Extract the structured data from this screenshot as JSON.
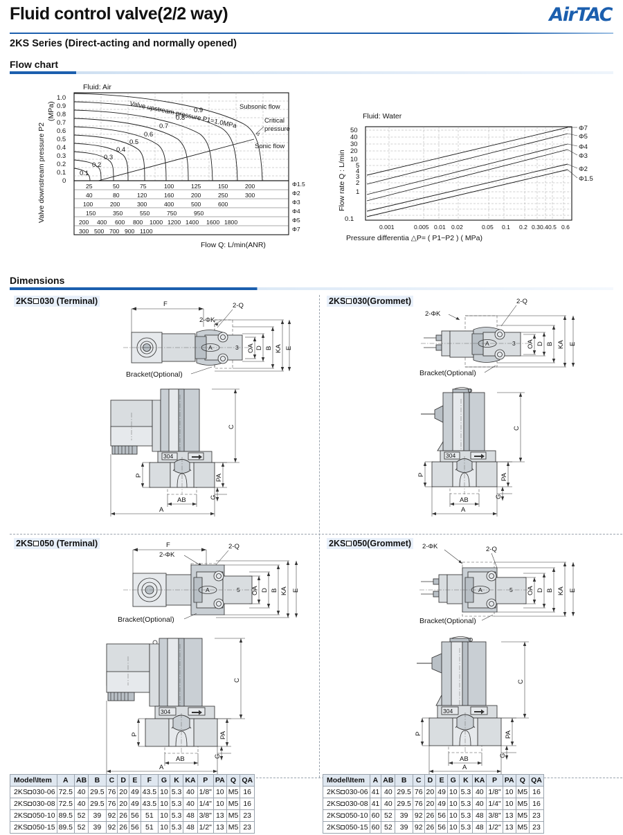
{
  "header": {
    "title": "Fluid control valve(2/2 way)",
    "subtitle": "2KS Series (Direct-acting and normally opened)",
    "logo": "AirTAC"
  },
  "sections": {
    "flow_chart": "Flow chart",
    "dimensions": "Dimensions"
  },
  "chart_data": [
    {
      "type": "line",
      "title": "Fluid: Air",
      "xlabel": "Flow Q: L/min(ANR)",
      "ylabel": "Valve downstream pressure  P2",
      "yunit": "(MPa)",
      "yticks": [
        "1.0",
        "0.9",
        "0.8",
        "0.7",
        "0.6",
        "0.5",
        "0.4",
        "0.3",
        "0.2",
        "0.1",
        "0"
      ],
      "ylim": [
        0,
        1.0
      ],
      "grid": true,
      "annotations": [
        "Valve upstream pressure P1=1.0MPa",
        "Subsonic flow",
        "Critical pressure",
        "Sonic flow"
      ],
      "curve_labels": [
        "0.1",
        "0.2",
        "0.3",
        "0.4",
        "0.5",
        "0.6",
        "0.7",
        "0.8",
        "0.9"
      ],
      "flow_scales": [
        {
          "bore": "Φ1.5",
          "ticks": [
            "25",
            "50",
            "75",
            "100",
            "125",
            "150",
            "200"
          ]
        },
        {
          "bore": "Φ2",
          "ticks": [
            "40",
            "80",
            "120",
            "160",
            "200",
            "250",
            "300"
          ]
        },
        {
          "bore": "Φ3",
          "ticks": [
            "100",
            "200",
            "300",
            "400",
            "500",
            "600"
          ]
        },
        {
          "bore": "Φ4",
          "ticks": [
            "150",
            "350",
            "550",
            "750",
            "950"
          ]
        },
        {
          "bore": "Φ5",
          "ticks": [
            "200",
            "400",
            "600",
            "800",
            "1000",
            "1200",
            "1400",
            "1600",
            "1800"
          ]
        },
        {
          "bore": "Φ7",
          "ticks": [
            "300",
            "500",
            "700",
            "900",
            "1100"
          ]
        }
      ]
    },
    {
      "type": "line",
      "title": "Fluid: Water",
      "xlabel": "Pressure differentia  △P= ( P1−P2 )      ( MPa)",
      "ylabel": "Flow rate Q : L/min",
      "log_axes": true,
      "grid": true,
      "yticks": [
        "50",
        "40",
        "30",
        "20",
        "10",
        "5",
        "4",
        "3",
        "2",
        "1",
        "0.1"
      ],
      "xticks": [
        "0.001",
        "0.005",
        "0.01",
        "0.02",
        "0.05",
        "0.1",
        "0.2",
        "0.3",
        "0.4",
        "0.5",
        "0.6"
      ],
      "series": [
        {
          "name": "Φ7",
          "q_at_min": 3.8,
          "q_at_max": 58
        },
        {
          "name": "Φ5",
          "q_at_min": 2.1,
          "q_at_max": 44
        },
        {
          "name": "Φ4",
          "q_at_min": 1.0,
          "q_at_max": 26
        },
        {
          "name": "Φ3",
          "q_at_min": 0.62,
          "q_at_max": 19
        },
        {
          "name": "Φ2",
          "q_at_min": 0.26,
          "q_at_max": 6.5
        },
        {
          "name": "Φ1.5",
          "q_at_min": 0.17,
          "q_at_max": 4.3
        }
      ]
    }
  ],
  "panels": [
    {
      "id": "2ks-030-terminal",
      "title_prefix": "2KS",
      "title_suffix": "030 (Terminal)",
      "port_count": "3",
      "badge": "304",
      "labels_top": [
        "F",
        "2-Q",
        "2-ΦK",
        "OA",
        "D",
        "B",
        "KA",
        "E",
        "A",
        "Bracket(Optional)"
      ],
      "labels_front": [
        "C",
        "P",
        "G",
        "PA",
        "AB",
        "A"
      ]
    },
    {
      "id": "2ks-030-grommet",
      "title_prefix": "2KS",
      "title_suffix": "030(Grommet)",
      "port_count": "3",
      "badge": "304",
      "labels_top": [
        "2-Q",
        "2-ΦK",
        "OA",
        "D",
        "B",
        "KA",
        "E",
        "Bracket(Optional)"
      ],
      "labels_front": [
        "C",
        "P",
        "G",
        "PA",
        "AB",
        "A"
      ]
    },
    {
      "id": "2ks-050-terminal",
      "title_prefix": "2KS",
      "title_suffix": "050 (Terminal)",
      "port_count": "5",
      "badge": "304",
      "labels_top": [
        "F",
        "2-Q",
        "2-ΦK",
        "OA",
        "D",
        "B",
        "KA",
        "E",
        "Bracket(Optional)"
      ],
      "labels_front": [
        "C",
        "P",
        "G",
        "PA",
        "AB",
        "A"
      ]
    },
    {
      "id": "2ks-050-grommet",
      "title_prefix": "2KS",
      "title_suffix": "050(Grommet)",
      "port_count": "5",
      "badge": "304",
      "labels_top": [
        "2-Q",
        "2-ΦK",
        "OA",
        "D",
        "B",
        "KA",
        "E",
        "Bracket(Optional)"
      ],
      "labels_front": [
        "C",
        "P",
        "G",
        "PA",
        "AB",
        "A"
      ]
    }
  ],
  "tables": {
    "left": {
      "headers": [
        "Model\\Item",
        "A",
        "AB",
        "B",
        "C",
        "D",
        "E",
        "F",
        "G",
        "K",
        "KA",
        "P",
        "PA",
        "Q",
        "QA"
      ],
      "rows": [
        {
          "model_pre": "2KS",
          "model_post": "030-06",
          "cells": [
            "72.5",
            "40",
            "29.5",
            "76",
            "20",
            "49",
            "43.5",
            "10",
            "5.3",
            "40",
            "1/8\"",
            "10",
            "M5",
            "16"
          ]
        },
        {
          "model_pre": "2KS",
          "model_post": "030-08",
          "cells": [
            "72.5",
            "40",
            "29.5",
            "76",
            "20",
            "49",
            "43.5",
            "10",
            "5.3",
            "40",
            "1/4\"",
            "10",
            "M5",
            "16"
          ]
        },
        {
          "model_pre": "2KS",
          "model_post": "050-10",
          "cells": [
            "89.5",
            "52",
            "39",
            "92",
            "26",
            "56",
            "51",
            "10",
            "5.3",
            "48",
            "3/8\"",
            "13",
            "M5",
            "23"
          ]
        },
        {
          "model_pre": "2KS",
          "model_post": "050-15",
          "cells": [
            "89.5",
            "52",
            "39",
            "92",
            "26",
            "56",
            "51",
            "10",
            "5.3",
            "48",
            "1/2\"",
            "13",
            "M5",
            "23"
          ]
        }
      ]
    },
    "right": {
      "headers": [
        "Model\\Item",
        "A",
        "AB",
        "B",
        "C",
        "D",
        "E",
        "G",
        "K",
        "KA",
        "P",
        "PA",
        "Q",
        "QA"
      ],
      "rows": [
        {
          "model_pre": "2KS",
          "model_post": "030-06",
          "cells": [
            "41",
            "40",
            "29.5",
            "76",
            "20",
            "49",
            "10",
            "5.3",
            "40",
            "1/8\"",
            "10",
            "M5",
            "16"
          ]
        },
        {
          "model_pre": "2KS",
          "model_post": "030-08",
          "cells": [
            "41",
            "40",
            "29.5",
            "76",
            "20",
            "49",
            "10",
            "5.3",
            "40",
            "1/4\"",
            "10",
            "M5",
            "16"
          ]
        },
        {
          "model_pre": "2KS",
          "model_post": "050-10",
          "cells": [
            "60",
            "52",
            "39",
            "92",
            "26",
            "56",
            "10",
            "5.3",
            "48",
            "3/8\"",
            "13",
            "M5",
            "23"
          ]
        },
        {
          "model_pre": "2KS",
          "model_post": "050-15",
          "cells": [
            "60",
            "52",
            "39",
            "92",
            "26",
            "56",
            "10",
            "5.3",
            "48",
            "1/2\"",
            "13",
            "M5",
            "23"
          ]
        }
      ]
    }
  },
  "colors": {
    "brand": "#1c5fae",
    "section_bar": "#1c5fae",
    "table_header": "#dfe7f0"
  }
}
